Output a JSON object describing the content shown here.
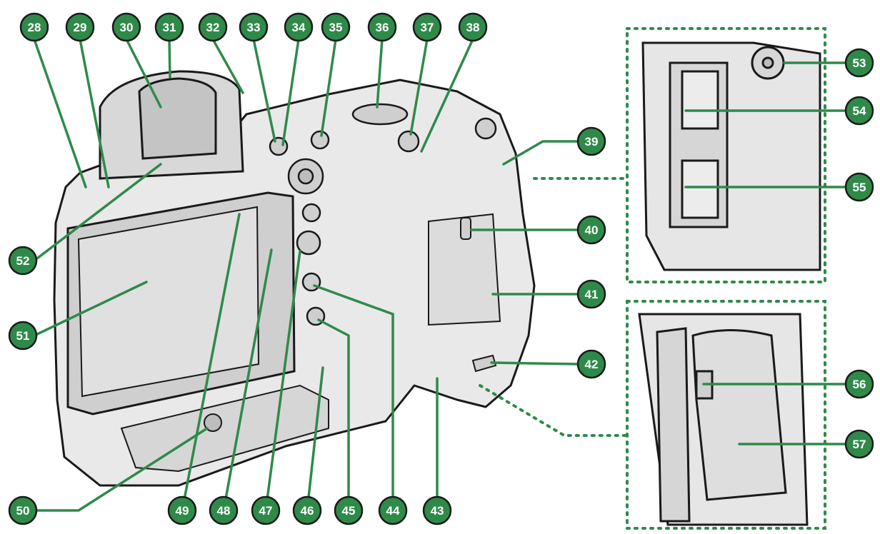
{
  "callouts": [
    {
      "id": "c28",
      "label": "28"
    },
    {
      "id": "c29",
      "label": "29"
    },
    {
      "id": "c30",
      "label": "30"
    },
    {
      "id": "c31",
      "label": "31"
    },
    {
      "id": "c32",
      "label": "32"
    },
    {
      "id": "c33",
      "label": "33"
    },
    {
      "id": "c34",
      "label": "34"
    },
    {
      "id": "c35",
      "label": "35"
    },
    {
      "id": "c36",
      "label": "36"
    },
    {
      "id": "c37",
      "label": "37"
    },
    {
      "id": "c38",
      "label": "38"
    },
    {
      "id": "c39",
      "label": "39"
    },
    {
      "id": "c40",
      "label": "40"
    },
    {
      "id": "c41",
      "label": "41"
    },
    {
      "id": "c42",
      "label": "42"
    },
    {
      "id": "c43",
      "label": "43"
    },
    {
      "id": "c44",
      "label": "44"
    },
    {
      "id": "c45",
      "label": "45"
    },
    {
      "id": "c46",
      "label": "46"
    },
    {
      "id": "c47",
      "label": "47"
    },
    {
      "id": "c48",
      "label": "48"
    },
    {
      "id": "c49",
      "label": "49"
    },
    {
      "id": "c50",
      "label": "50"
    },
    {
      "id": "c51",
      "label": "51"
    },
    {
      "id": "c52",
      "label": "52"
    },
    {
      "id": "c53",
      "label": "53"
    },
    {
      "id": "c54",
      "label": "54"
    },
    {
      "id": "c55",
      "label": "55"
    },
    {
      "id": "c56",
      "label": "56"
    },
    {
      "id": "c57",
      "label": "57"
    }
  ],
  "colors": {
    "accent": "#2f8a4a",
    "body_fill": "#e8e8e8",
    "outline": "#1a1a1a"
  }
}
